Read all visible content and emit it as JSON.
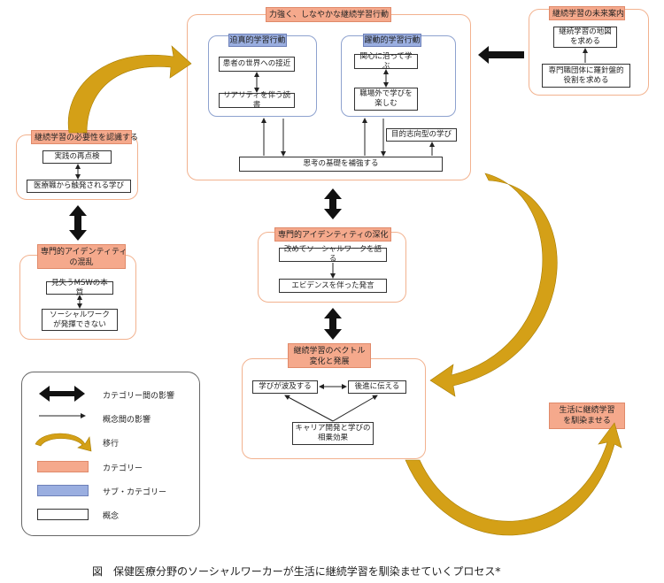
{
  "categories": {
    "main": "力強く、しなやかな継続学習行動",
    "future": "継続学習の未来案内",
    "necessity": "継続学習の必要性を認識する",
    "confusion_l1": "専門的アイデンティティ",
    "confusion_l2": "の混乱",
    "deepening": "専門的アイデンティティの深化",
    "vector_l1": "継続学習のベクトル",
    "vector_l2": "変化と発展",
    "fit": "生活に継続学習\nを馴染ませる"
  },
  "subcategories": {
    "authentic": "迫真的学習行動",
    "active": "躍動的学習行動"
  },
  "concepts": {
    "patient_world": "患者の世界への接近",
    "reality_reading": "リアリティを伴う読書",
    "interest": "関心に沿って学ぶ",
    "outside_work": "職場外で学びを\n楽しむ",
    "goal_oriented": "目的志向型の学び",
    "thinking_base": "思考の基礎を補強する",
    "learning_map": "継続学習の地図\nを求める",
    "planned_role": "専門職団体に羅針盤的\n役割を求める",
    "practice_recheck": "実践の再点検",
    "medical_learning": "医療職から触発される学び",
    "lost_msw": "見失うMSWの本質",
    "cannot_show": "ソーシャルワーク\nが発揮できない",
    "talk_sw": "改めてソーシャルワークを語る",
    "evidence": "エビデンスを伴った発言",
    "spread": "学びが波及する",
    "convey": "後進に伝える",
    "career": "キャリア開発と学びの\n相乗効果"
  },
  "legend": {
    "items": [
      {
        "label": "カテゴリー間の影響"
      },
      {
        "label": "概念間の影響"
      },
      {
        "label": "移行"
      },
      {
        "label": "カテゴリー"
      },
      {
        "label": "サブ・カテゴリー"
      },
      {
        "label": "概念"
      }
    ]
  },
  "caption": "図　保健医療分野のソーシャルワーカーが生活に継続学習を馴染ませていくプロセス*",
  "colors": {
    "category": "#f5a98c",
    "subcategory": "#9aaee0",
    "transition_arrow": "#d4a017",
    "rounded_border": "#f2b28f"
  }
}
